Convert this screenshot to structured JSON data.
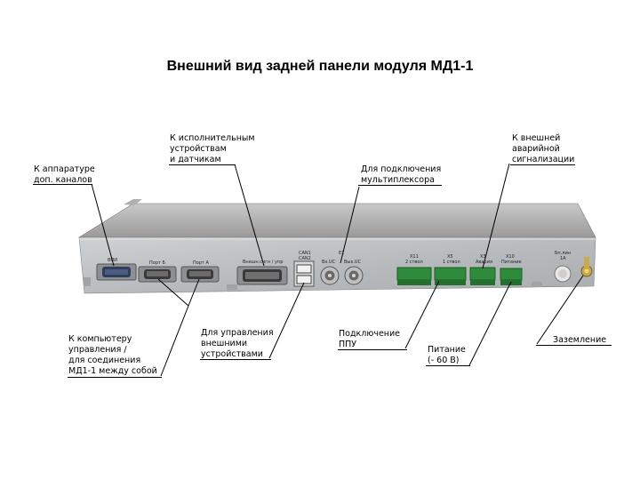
{
  "title": "Внешний вид задней панели модуля МД1-1",
  "labels": {
    "aux": [
      "К аппаратуре",
      "доп. каналов"
    ],
    "actuators": [
      "К исполнительным",
      "устройствам",
      "и датчикам"
    ],
    "mux": [
      "Для подключения",
      "мультиплексора"
    ],
    "alarm": [
      "К внешней",
      "аварийной",
      "сигнализации"
    ],
    "computer": [
      "К компьютеру",
      "управления /",
      "для соединения",
      "МД1-1 между собой"
    ],
    "external": [
      "Для управления",
      "внешними",
      "устройствами"
    ],
    "ppu": [
      "Подключение",
      "ППУ"
    ],
    "power": [
      "Питание",
      "(- 60 В)"
    ],
    "ground": [
      "Заземление"
    ]
  },
  "panel": {
    "vpi": "ВПИ",
    "port_b": "Порт Б",
    "port_a": "Порт А",
    "ext_sig": "Внешн.сигн / упр",
    "can1": "CAN1",
    "can2": "CAN2",
    "e": "Е1",
    "in_uc": "Вх.UC",
    "out_uc": "Вых.UC",
    "x11": [
      "X11",
      "2 ствол"
    ],
    "x5": [
      "X5",
      "1 ствол"
    ],
    "x3": [
      "X3",
      "Авария"
    ],
    "x10": [
      "X10",
      "Питание"
    ],
    "fuse": [
      "Бп.лин",
      "1А"
    ]
  }
}
